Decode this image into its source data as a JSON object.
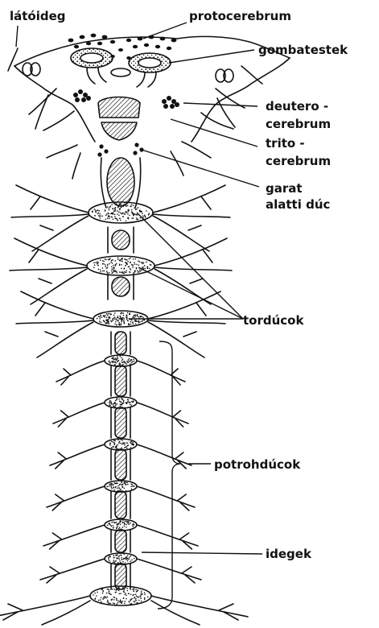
{
  "labels": {
    "latoideg": "látóideg",
    "protocerebrum": "protocerebrum",
    "gombatestek": "gombatestek",
    "deutero_1": "deutero -",
    "deutero_2": "cerebrum",
    "trito_1": "trito -",
    "trito_2": "cerebrum",
    "garat_1": "garat",
    "garat_2": "alatti dúc",
    "tordu": "tordúcok",
    "potroh": "potrohdúcok",
    "idegek": "idegek"
  },
  "colors": {
    "ink": "#111111",
    "background": "#ffffff"
  }
}
